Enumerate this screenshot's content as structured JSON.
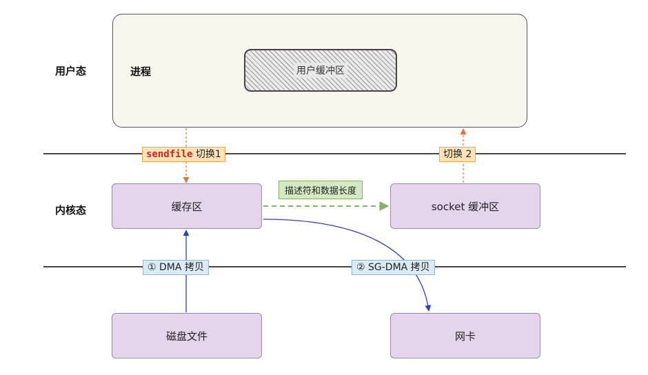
{
  "layers": {
    "user_mode": "用户态",
    "kernel_mode": "内核态"
  },
  "process": {
    "label": "进程",
    "user_buffer": "用户缓冲区"
  },
  "kernel": {
    "page_cache": "缓存区",
    "socket_buffer": "socket 缓冲区",
    "descriptor_label": "描述符和数据长度"
  },
  "hardware": {
    "disk": "磁盘文件",
    "nic": "网卡"
  },
  "switches": {
    "first_keyword": "sendfile",
    "first_text": " 切换1",
    "second": "切换 2"
  },
  "copies": {
    "dma": "① DMA 拷贝",
    "sg_dma": "② SG-DMA 拷贝"
  },
  "colors": {
    "kernel_box": "#e4d5ec",
    "process_box": "#f7f6ec",
    "switch_arrow": "#e0743a",
    "dma_arrow": "#2a3fc9",
    "descriptor_arrow": "#82b366"
  }
}
